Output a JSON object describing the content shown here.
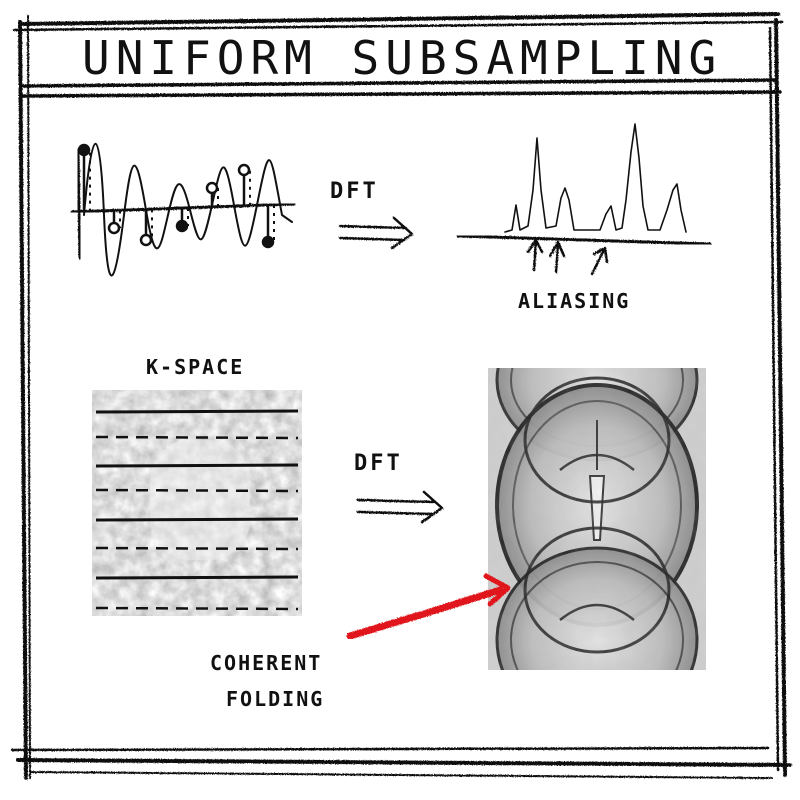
{
  "title": "UNIFORM SUBSAMPLING",
  "top_panel": {
    "arrow_label": "DFT",
    "spectrum_annotation": "ALIASING"
  },
  "bottom_panel": {
    "kspace_label": "K-SPACE",
    "arrow_label": "DFT",
    "folding_annotation": [
      "COHERENT",
      "FOLDING"
    ]
  },
  "colors": {
    "ink": "#111111",
    "signal": "#9a9a9a",
    "highlight_arrow": "#e0191d",
    "kspace_fill": "#b5b5b5"
  }
}
